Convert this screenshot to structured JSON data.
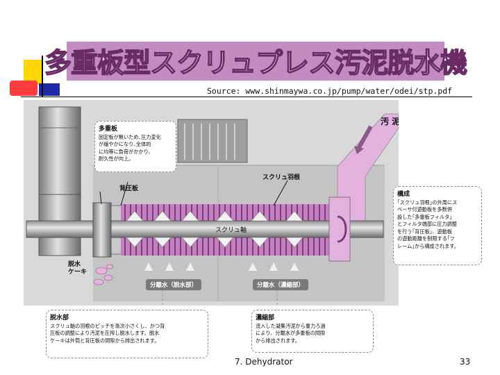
{
  "title": "多重板型スクリュプレス汚泥脱水機",
  "source": "Source: www.shinmaywa.co.jp/pump/water/odei/stp.pdf",
  "diagram": {
    "labels": {
      "sludge": "汚 泥",
      "backpressure_plate": "背圧板",
      "screw_blade": "スクリュ羽根",
      "screw_shaft": "スクリュ軸",
      "dewatered_cake": "脱水\nケーキ",
      "separated_water_dewatering": "分離水（脱水部）",
      "separated_water_thickening": "分離水（濃縮部）"
    },
    "callouts": {
      "multi_plate": {
        "title": "多重板",
        "body": "固定板が無いため､圧力変化\nが緩やかになり､全体的\nに均等に負荷がかかり､\n耐久性が向上｡"
      },
      "structure": {
        "title": "構成",
        "body": "｢スクリュ羽根｣の外周にス\nペーサ付遊動板を多数併\n設した｢多重板フィルタ｣\nとフィルタ端部に圧力調整\nを行う｢背圧板｣、遊動板\nの遊動距離を制限する｢フ\nレーム｣から構成されます。"
      },
      "dewatering_section": {
        "title": "脱水部",
        "body": "スクリュ軸の羽根のピッチを漸次小さくし、かつ背\n圧板の調整により汚泥を圧搾し脱水します。脱水\nケーキは外筒と背圧板の間隙から排出されます。"
      },
      "thickening_section": {
        "title": "濃縮部",
        "body": "流入した凝集汚泥から重力ろ過\nにより、分離水が多重板の間隙\nから排出されます。"
      }
    }
  },
  "footer": {
    "text": "7. Dehydrator",
    "page": "33"
  },
  "colors": {
    "banner": "#c28cc0",
    "sludge_pink": "#e3b2df",
    "diagram_bg": "#d9d9d9"
  }
}
